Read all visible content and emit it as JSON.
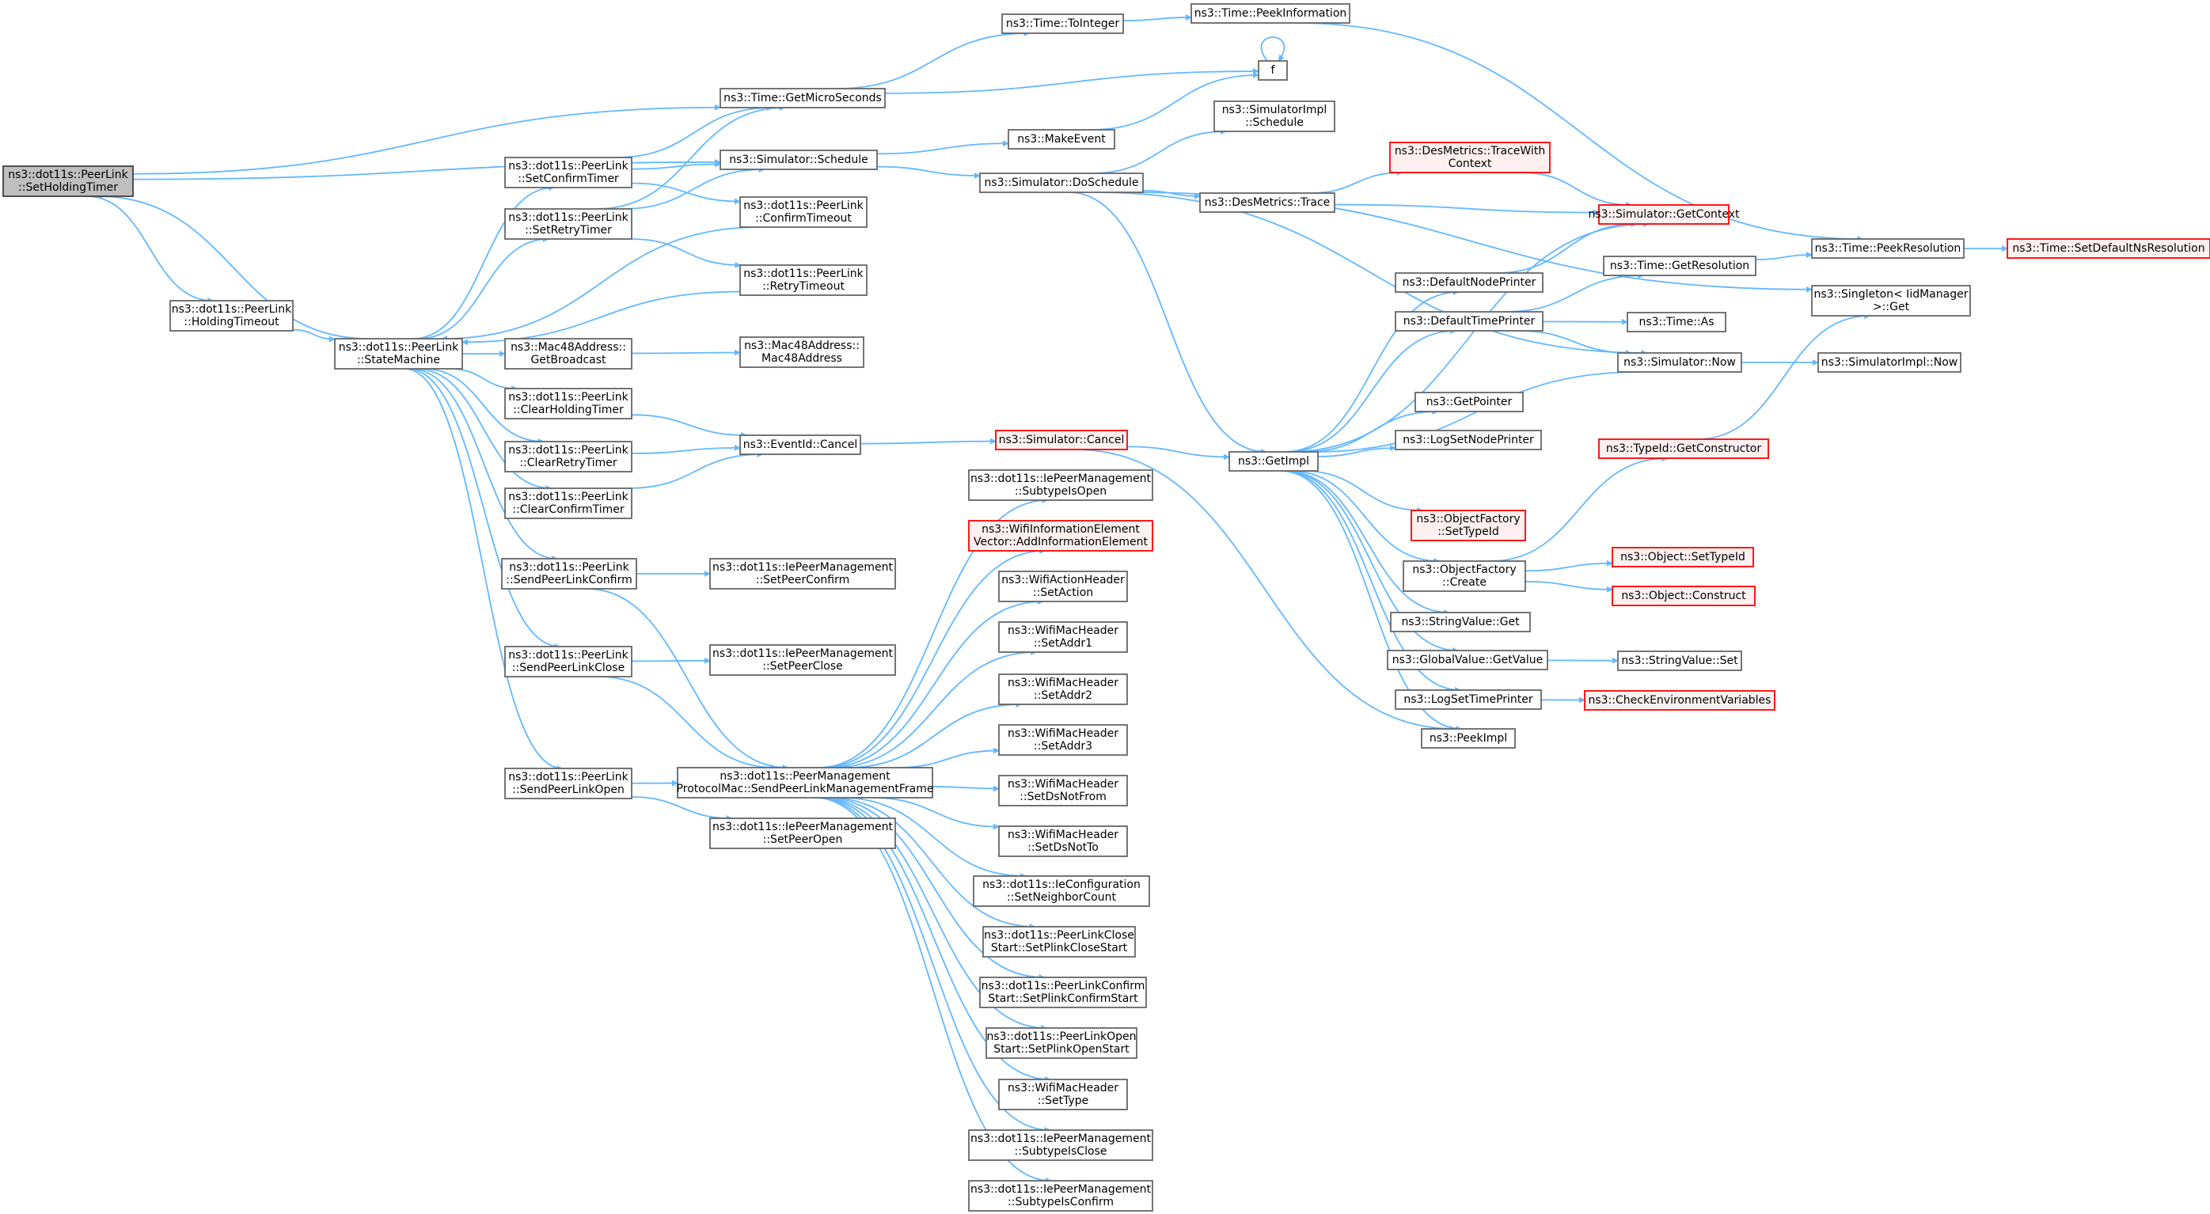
{
  "nodes": [
    {
      "id": "root",
      "lines": [
        "ns3::dot11s::PeerLink",
        "::SetHoldingTimer"
      ],
      "style": "root"
    },
    {
      "id": "holdingTimeout",
      "lines": [
        "ns3::dot11s::PeerLink",
        "::HoldingTimeout"
      ],
      "style": "plain"
    },
    {
      "id": "stateMachine",
      "lines": [
        "ns3::dot11s::PeerLink",
        "::StateMachine"
      ],
      "style": "plain"
    },
    {
      "id": "setConfirmTimer",
      "lines": [
        "ns3::dot11s::PeerLink",
        "::SetConfirmTimer"
      ],
      "style": "plain"
    },
    {
      "id": "setRetryTimer",
      "lines": [
        "ns3::dot11s::PeerLink",
        "::SetRetryTimer"
      ],
      "style": "plain"
    },
    {
      "id": "mac48GetBroadcast",
      "lines": [
        "ns3::Mac48Address::",
        "GetBroadcast"
      ],
      "style": "plain"
    },
    {
      "id": "clearHoldingTimer",
      "lines": [
        "ns3::dot11s::PeerLink",
        "::ClearHoldingTimer"
      ],
      "style": "plain"
    },
    {
      "id": "clearRetryTimer",
      "lines": [
        "ns3::dot11s::PeerLink",
        "::ClearRetryTimer"
      ],
      "style": "plain"
    },
    {
      "id": "clearConfirmTimer",
      "lines": [
        "ns3::dot11s::PeerLink",
        "::ClearConfirmTimer"
      ],
      "style": "plain"
    },
    {
      "id": "sendPeerLinkConfirm",
      "lines": [
        "ns3::dot11s::PeerLink",
        "::SendPeerLinkConfirm"
      ],
      "style": "plain"
    },
    {
      "id": "sendPeerLinkClose",
      "lines": [
        "ns3::dot11s::PeerLink",
        "::SendPeerLinkClose"
      ],
      "style": "plain"
    },
    {
      "id": "sendPeerLinkOpen",
      "lines": [
        "ns3::dot11s::PeerLink",
        "::SendPeerLinkOpen"
      ],
      "style": "plain"
    },
    {
      "id": "getMicroSeconds",
      "lines": [
        "ns3::Time::GetMicroSeconds"
      ],
      "style": "plain"
    },
    {
      "id": "simSchedule",
      "lines": [
        "ns3::Simulator::Schedule"
      ],
      "style": "plain"
    },
    {
      "id": "confirmTimeout",
      "lines": [
        "ns3::dot11s::PeerLink",
        "::ConfirmTimeout"
      ],
      "style": "plain"
    },
    {
      "id": "retryTimeout",
      "lines": [
        "ns3::dot11s::PeerLink",
        "::RetryTimeout"
      ],
      "style": "plain"
    },
    {
      "id": "mac48Ctor",
      "lines": [
        "ns3::Mac48Address::",
        "Mac48Address"
      ],
      "style": "plain"
    },
    {
      "id": "eventIdCancel",
      "lines": [
        "ns3::EventId::Cancel"
      ],
      "style": "plain"
    },
    {
      "id": "setPeerConfirm",
      "lines": [
        "ns3::dot11s::IePeerManagement",
        "::SetPeerConfirm"
      ],
      "style": "plain"
    },
    {
      "id": "setPeerClose",
      "lines": [
        "ns3::dot11s::IePeerManagement",
        "::SetPeerClose"
      ],
      "style": "plain"
    },
    {
      "id": "sendMgmtFrame",
      "lines": [
        "ns3::dot11s::PeerManagement",
        "ProtocolMac::SendPeerLinkManagementFrame"
      ],
      "style": "plain"
    },
    {
      "id": "setPeerOpen",
      "lines": [
        "ns3::dot11s::IePeerManagement",
        "::SetPeerOpen"
      ],
      "style": "plain"
    },
    {
      "id": "timeToInteger",
      "lines": [
        "ns3::Time::ToInteger"
      ],
      "style": "plain"
    },
    {
      "id": "makeEvent",
      "lines": [
        "ns3::MakeEvent"
      ],
      "style": "plain"
    },
    {
      "id": "simDoSchedule",
      "lines": [
        "ns3::Simulator::DoSchedule"
      ],
      "style": "plain"
    },
    {
      "id": "simCancel",
      "lines": [
        "ns3::Simulator::Cancel"
      ],
      "style": "red"
    },
    {
      "id": "subtypeIsOpen",
      "lines": [
        "ns3::dot11s::IePeerManagement",
        "::SubtypeIsOpen"
      ],
      "style": "plain"
    },
    {
      "id": "addInfoElement",
      "lines": [
        "ns3::WifiInformationElement",
        "Vector::AddInformationElement"
      ],
      "style": "red"
    },
    {
      "id": "setAction",
      "lines": [
        "ns3::WifiActionHeader",
        "::SetAction"
      ],
      "style": "plain"
    },
    {
      "id": "setAddr1",
      "lines": [
        "ns3::WifiMacHeader",
        "::SetAddr1"
      ],
      "style": "plain"
    },
    {
      "id": "setAddr2",
      "lines": [
        "ns3::WifiMacHeader",
        "::SetAddr2"
      ],
      "style": "plain"
    },
    {
      "id": "setAddr3",
      "lines": [
        "ns3::WifiMacHeader",
        "::SetAddr3"
      ],
      "style": "plain"
    },
    {
      "id": "setDsNotFrom",
      "lines": [
        "ns3::WifiMacHeader",
        "::SetDsNotFrom"
      ],
      "style": "plain"
    },
    {
      "id": "setDsNotTo",
      "lines": [
        "ns3::WifiMacHeader",
        "::SetDsNotTo"
      ],
      "style": "plain"
    },
    {
      "id": "setNeighborCount",
      "lines": [
        "ns3::dot11s::IeConfiguration",
        "::SetNeighborCount"
      ],
      "style": "plain"
    },
    {
      "id": "setPlinkCloseStart",
      "lines": [
        "ns3::dot11s::PeerLinkClose",
        "Start::SetPlinkCloseStart"
      ],
      "style": "plain"
    },
    {
      "id": "setPlinkConfirmStart",
      "lines": [
        "ns3::dot11s::PeerLinkConfirm",
        "Start::SetPlinkConfirmStart"
      ],
      "style": "plain"
    },
    {
      "id": "setPlinkOpenStart",
      "lines": [
        "ns3::dot11s::PeerLinkOpen",
        "Start::SetPlinkOpenStart"
      ],
      "style": "plain"
    },
    {
      "id": "setType",
      "lines": [
        "ns3::WifiMacHeader",
        "::SetType"
      ],
      "style": "plain"
    },
    {
      "id": "subtypeIsClose",
      "lines": [
        "ns3::dot11s::IePeerManagement",
        "::SubtypeIsClose"
      ],
      "style": "plain"
    },
    {
      "id": "subtypeIsConfirm",
      "lines": [
        "ns3::dot11s::IePeerManagement",
        "::SubtypeIsConfirm"
      ],
      "style": "plain"
    },
    {
      "id": "peekInformation",
      "lines": [
        "ns3::Time::PeekInformation"
      ],
      "style": "plain"
    },
    {
      "id": "f",
      "lines": [
        "f"
      ],
      "style": "plain"
    },
    {
      "id": "simImplSchedule",
      "lines": [
        "ns3::SimulatorImpl",
        "::Schedule"
      ],
      "style": "plain"
    },
    {
      "id": "desMetricsTraceWithContext",
      "lines": [
        "ns3::DesMetrics::TraceWith",
        "Context"
      ],
      "style": "red"
    },
    {
      "id": "desMetricsTrace",
      "lines": [
        "ns3::DesMetrics::Trace"
      ],
      "style": "plain"
    },
    {
      "id": "getImpl",
      "lines": [
        "ns3::GetImpl"
      ],
      "style": "plain"
    },
    {
      "id": "defaultNodePrinter",
      "lines": [
        "ns3::DefaultNodePrinter"
      ],
      "style": "plain"
    },
    {
      "id": "defaultTimePrinter",
      "lines": [
        "ns3::DefaultTimePrinter"
      ],
      "style": "plain"
    },
    {
      "id": "getPointer",
      "lines": [
        "ns3::GetPointer"
      ],
      "style": "plain"
    },
    {
      "id": "logSetNodePrinter",
      "lines": [
        "ns3::LogSetNodePrinter"
      ],
      "style": "plain"
    },
    {
      "id": "objFactorySetTypeId",
      "lines": [
        "ns3::ObjectFactory",
        "::SetTypeId"
      ],
      "style": "red"
    },
    {
      "id": "objFactoryCreate",
      "lines": [
        "ns3::ObjectFactory",
        "::Create"
      ],
      "style": "plain"
    },
    {
      "id": "stringValueGet",
      "lines": [
        "ns3::StringValue::Get"
      ],
      "style": "plain"
    },
    {
      "id": "globalValueGetValue",
      "lines": [
        "ns3::GlobalValue::GetValue"
      ],
      "style": "plain"
    },
    {
      "id": "logSetTimePrinter",
      "lines": [
        "ns3::LogSetTimePrinter"
      ],
      "style": "plain"
    },
    {
      "id": "peekImpl",
      "lines": [
        "ns3::PeekImpl"
      ],
      "style": "plain"
    },
    {
      "id": "simGetContext",
      "lines": [
        "ns3::Simulator::GetContext"
      ],
      "style": "red"
    },
    {
      "id": "timeGetResolution",
      "lines": [
        "ns3::Time::GetResolution"
      ],
      "style": "plain"
    },
    {
      "id": "timeAs",
      "lines": [
        "ns3::Time::As"
      ],
      "style": "plain"
    },
    {
      "id": "simNow",
      "lines": [
        "ns3::Simulator::Now"
      ],
      "style": "plain"
    },
    {
      "id": "typeIdGetConstructor",
      "lines": [
        "ns3::TypeId::GetConstructor"
      ],
      "style": "red"
    },
    {
      "id": "objectSetTypeId",
      "lines": [
        "ns3::Object::SetTypeId"
      ],
      "style": "red"
    },
    {
      "id": "objectConstruct",
      "lines": [
        "ns3::Object::Construct"
      ],
      "style": "red"
    },
    {
      "id": "stringValueSet",
      "lines": [
        "ns3::StringValue::Set"
      ],
      "style": "plain"
    },
    {
      "id": "checkEnvVars",
      "lines": [
        "ns3::CheckEnvironmentVariables"
      ],
      "style": "red"
    },
    {
      "id": "timePeekResolution",
      "lines": [
        "ns3::Time::PeekResolution"
      ],
      "style": "plain"
    },
    {
      "id": "singletonGet",
      "lines": [
        "ns3::Singleton< IidManager",
        ">::Get"
      ],
      "style": "plain"
    },
    {
      "id": "simImplNow",
      "lines": [
        "ns3::SimulatorImpl::Now"
      ],
      "style": "plain"
    },
    {
      "id": "timeSetDefaultNsResolution",
      "lines": [
        "ns3::Time::SetDefaultNsResolution"
      ],
      "style": "red"
    }
  ],
  "edges": [
    [
      "root",
      "getMicroSeconds"
    ],
    [
      "root",
      "simSchedule"
    ],
    [
      "root",
      "holdingTimeout"
    ],
    [
      "holdingTimeout",
      "stateMachine"
    ],
    [
      "stateMachine",
      "root"
    ],
    [
      "stateMachine",
      "setConfirmTimer"
    ],
    [
      "stateMachine",
      "setRetryTimer"
    ],
    [
      "stateMachine",
      "mac48GetBroadcast"
    ],
    [
      "stateMachine",
      "clearHoldingTimer"
    ],
    [
      "stateMachine",
      "clearRetryTimer"
    ],
    [
      "stateMachine",
      "clearConfirmTimer"
    ],
    [
      "stateMachine",
      "sendPeerLinkConfirm"
    ],
    [
      "stateMachine",
      "sendPeerLinkClose"
    ],
    [
      "stateMachine",
      "sendPeerLinkOpen"
    ],
    [
      "setConfirmTimer",
      "getMicroSeconds"
    ],
    [
      "setConfirmTimer",
      "simSchedule"
    ],
    [
      "setConfirmTimer",
      "confirmTimeout"
    ],
    [
      "setRetryTimer",
      "getMicroSeconds"
    ],
    [
      "setRetryTimer",
      "simSchedule"
    ],
    [
      "setRetryTimer",
      "retryTimeout"
    ],
    [
      "confirmTimeout",
      "stateMachine"
    ],
    [
      "retryTimeout",
      "stateMachine"
    ],
    [
      "mac48GetBroadcast",
      "mac48Ctor"
    ],
    [
      "clearHoldingTimer",
      "eventIdCancel"
    ],
    [
      "clearRetryTimer",
      "eventIdCancel"
    ],
    [
      "clearConfirmTimer",
      "eventIdCancel"
    ],
    [
      "sendPeerLinkConfirm",
      "setPeerConfirm"
    ],
    [
      "sendPeerLinkConfirm",
      "sendMgmtFrame"
    ],
    [
      "sendPeerLinkClose",
      "setPeerClose"
    ],
    [
      "sendPeerLinkClose",
      "sendMgmtFrame"
    ],
    [
      "sendPeerLinkOpen",
      "sendMgmtFrame"
    ],
    [
      "sendPeerLinkOpen",
      "setPeerOpen"
    ],
    [
      "getMicroSeconds",
      "timeToInteger"
    ],
    [
      "getMicroSeconds",
      "f"
    ],
    [
      "simSchedule",
      "makeEvent"
    ],
    [
      "simSchedule",
      "simDoSchedule"
    ],
    [
      "eventIdCancel",
      "simCancel"
    ],
    [
      "sendMgmtFrame",
      "subtypeIsOpen"
    ],
    [
      "sendMgmtFrame",
      "addInfoElement"
    ],
    [
      "sendMgmtFrame",
      "setAction"
    ],
    [
      "sendMgmtFrame",
      "setAddr1"
    ],
    [
      "sendMgmtFrame",
      "setAddr2"
    ],
    [
      "sendMgmtFrame",
      "setAddr3"
    ],
    [
      "sendMgmtFrame",
      "setDsNotFrom"
    ],
    [
      "sendMgmtFrame",
      "setDsNotTo"
    ],
    [
      "sendMgmtFrame",
      "setNeighborCount"
    ],
    [
      "sendMgmtFrame",
      "setPlinkCloseStart"
    ],
    [
      "sendMgmtFrame",
      "setPlinkConfirmStart"
    ],
    [
      "sendMgmtFrame",
      "setPlinkOpenStart"
    ],
    [
      "sendMgmtFrame",
      "setType"
    ],
    [
      "sendMgmtFrame",
      "subtypeIsClose"
    ],
    [
      "sendMgmtFrame",
      "subtypeIsConfirm"
    ],
    [
      "timeToInteger",
      "peekInformation"
    ],
    [
      "peekInformation",
      "timePeekResolution"
    ],
    [
      "makeEvent",
      "f"
    ],
    [
      "f",
      "f"
    ],
    [
      "simDoSchedule",
      "simImplSchedule"
    ],
    [
      "simDoSchedule",
      "desMetricsTrace"
    ],
    [
      "simDoSchedule",
      "getImpl"
    ],
    [
      "simDoSchedule",
      "simNow"
    ],
    [
      "simDoSchedule",
      "singletonGet"
    ],
    [
      "simCancel",
      "getImpl"
    ],
    [
      "simCancel",
      "peekImpl"
    ],
    [
      "desMetricsTrace",
      "desMetricsTraceWithContext"
    ],
    [
      "desMetricsTrace",
      "simGetContext"
    ],
    [
      "desMetricsTraceWithContext",
      "simGetContext"
    ],
    [
      "getImpl",
      "simGetContext"
    ],
    [
      "getImpl",
      "defaultNodePrinter"
    ],
    [
      "getImpl",
      "defaultTimePrinter"
    ],
    [
      "getImpl",
      "getPointer"
    ],
    [
      "getImpl",
      "logSetNodePrinter"
    ],
    [
      "getImpl",
      "objFactorySetTypeId"
    ],
    [
      "getImpl",
      "objFactoryCreate"
    ],
    [
      "getImpl",
      "stringValueGet"
    ],
    [
      "getImpl",
      "globalValueGetValue"
    ],
    [
      "getImpl",
      "logSetTimePrinter"
    ],
    [
      "getImpl",
      "peekImpl"
    ],
    [
      "defaultNodePrinter",
      "simGetContext"
    ],
    [
      "defaultTimePrinter",
      "timeGetResolution"
    ],
    [
      "defaultTimePrinter",
      "timeAs"
    ],
    [
      "defaultTimePrinter",
      "simNow"
    ],
    [
      "timeGetResolution",
      "timePeekResolution"
    ],
    [
      "timePeekResolution",
      "timeSetDefaultNsResolution"
    ],
    [
      "simNow",
      "getImpl"
    ],
    [
      "simNow",
      "simImplNow"
    ],
    [
      "objFactoryCreate",
      "typeIdGetConstructor"
    ],
    [
      "objFactoryCreate",
      "objectSetTypeId"
    ],
    [
      "objFactoryCreate",
      "objectConstruct"
    ],
    [
      "typeIdGetConstructor",
      "singletonGet"
    ],
    [
      "globalValueGetValue",
      "stringValueSet"
    ],
    [
      "logSetTimePrinter",
      "checkEnvVars"
    ]
  ]
}
